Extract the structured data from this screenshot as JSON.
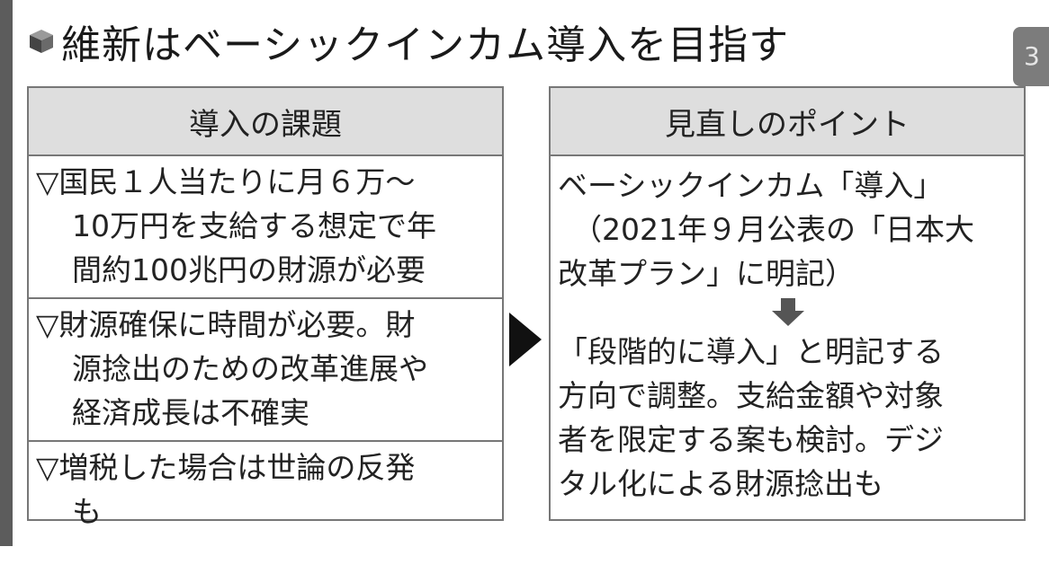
{
  "title": "維新はベーシックインカム導入を目指す",
  "edge_tab": "3",
  "left_panel": {
    "header": "導入の課題",
    "issues": [
      {
        "lines": [
          "▽国民１人当たりに月６万～",
          "10万円を支給する想定で年",
          "間約100兆円の財源が必要"
        ]
      },
      {
        "lines": [
          "▽財源確保に時間が必要。財",
          "源捻出のための改革進展や",
          "経済成長は不確実"
        ]
      },
      {
        "lines": [
          "▽増税した場合は世論の反発",
          "も"
        ]
      }
    ]
  },
  "right_panel": {
    "header": "見直しのポイント",
    "before_lines": [
      "ベーシックインカム「導入」",
      "（2021年９月公表の「日本大",
      "改革プラン」に明記）"
    ],
    "after_lines": [
      "「段階的に導入」と明記する",
      "方向で調整。支給金額や対象",
      "者を限定する案も検討。デジ",
      "タル化による財源捻出も"
    ]
  },
  "colors": {
    "header_bg": "#dedede",
    "border": "#777777",
    "text": "#222222"
  }
}
